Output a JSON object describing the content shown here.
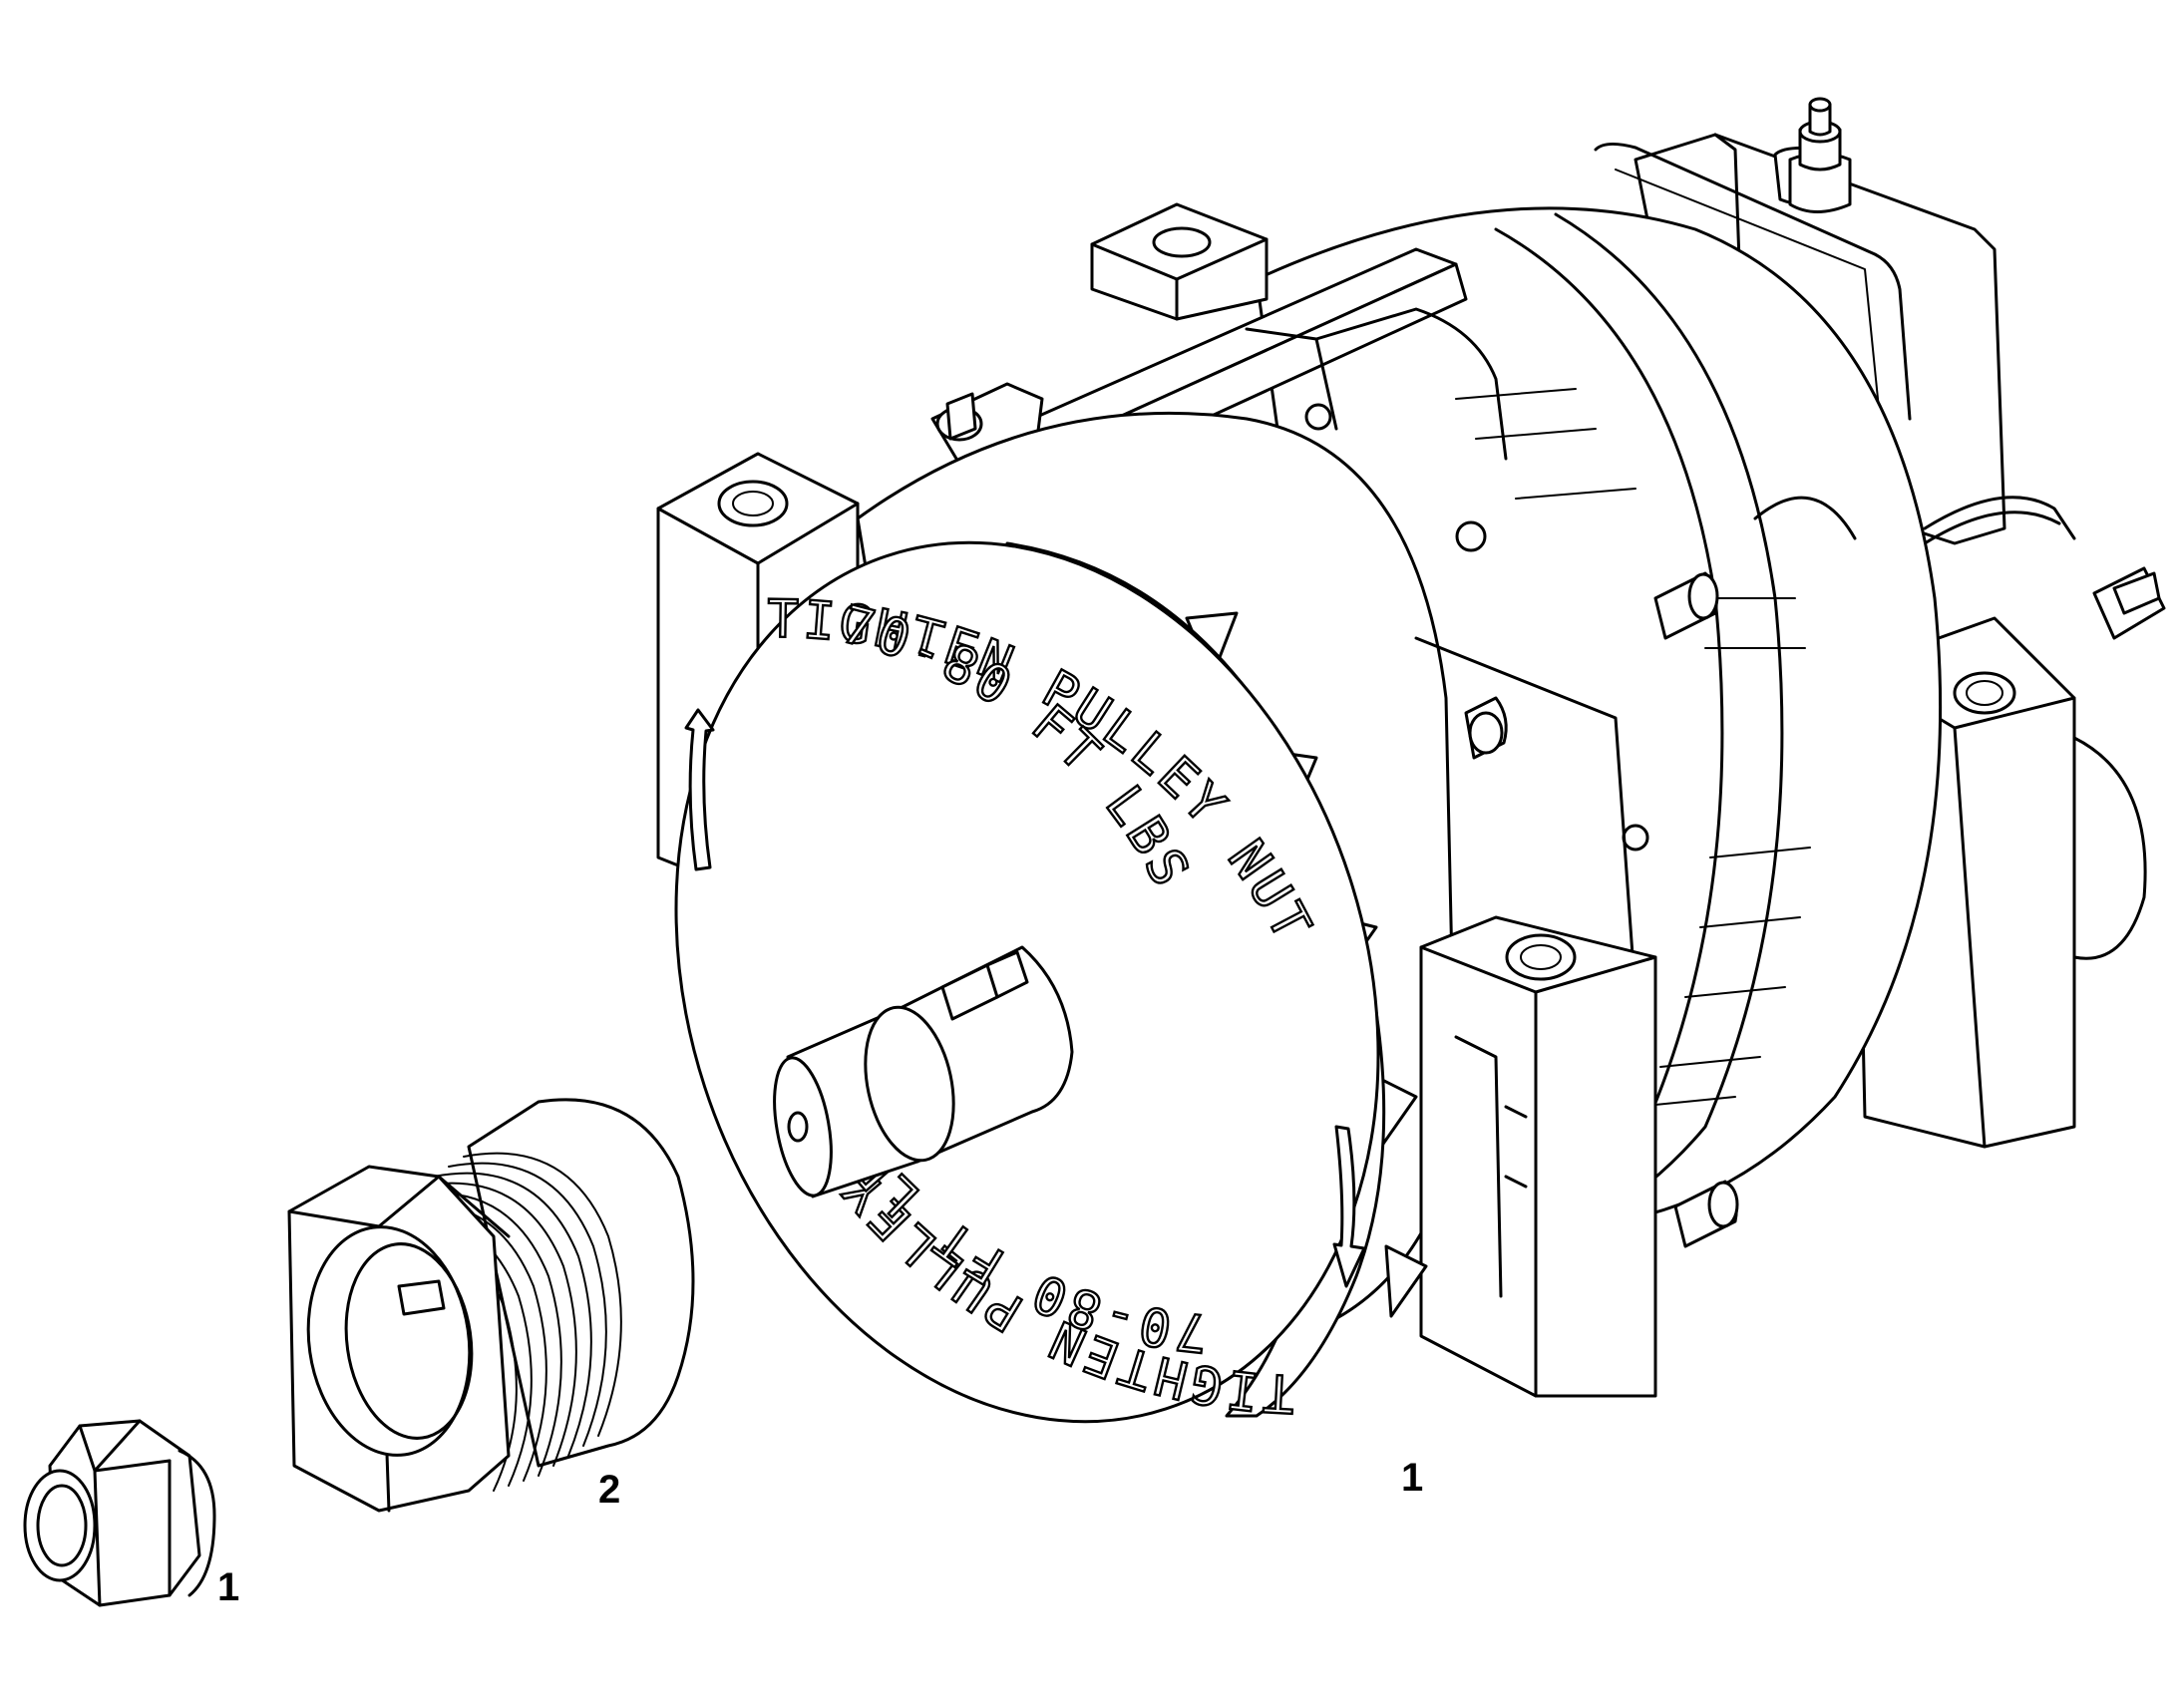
{
  "callouts": {
    "alternator": "1",
    "pulley": "2",
    "nut": "1"
  },
  "plate_text": {
    "outer_top": "TIGHTEN PULLEY NUT",
    "inner_top": "70-80 FT LBS",
    "outer_bottom": "TIGHTEN PULLEY",
    "inner_bottom": "70-80 FT LBS"
  },
  "colors": {
    "line": "#000000",
    "paper": "#ffffff"
  }
}
